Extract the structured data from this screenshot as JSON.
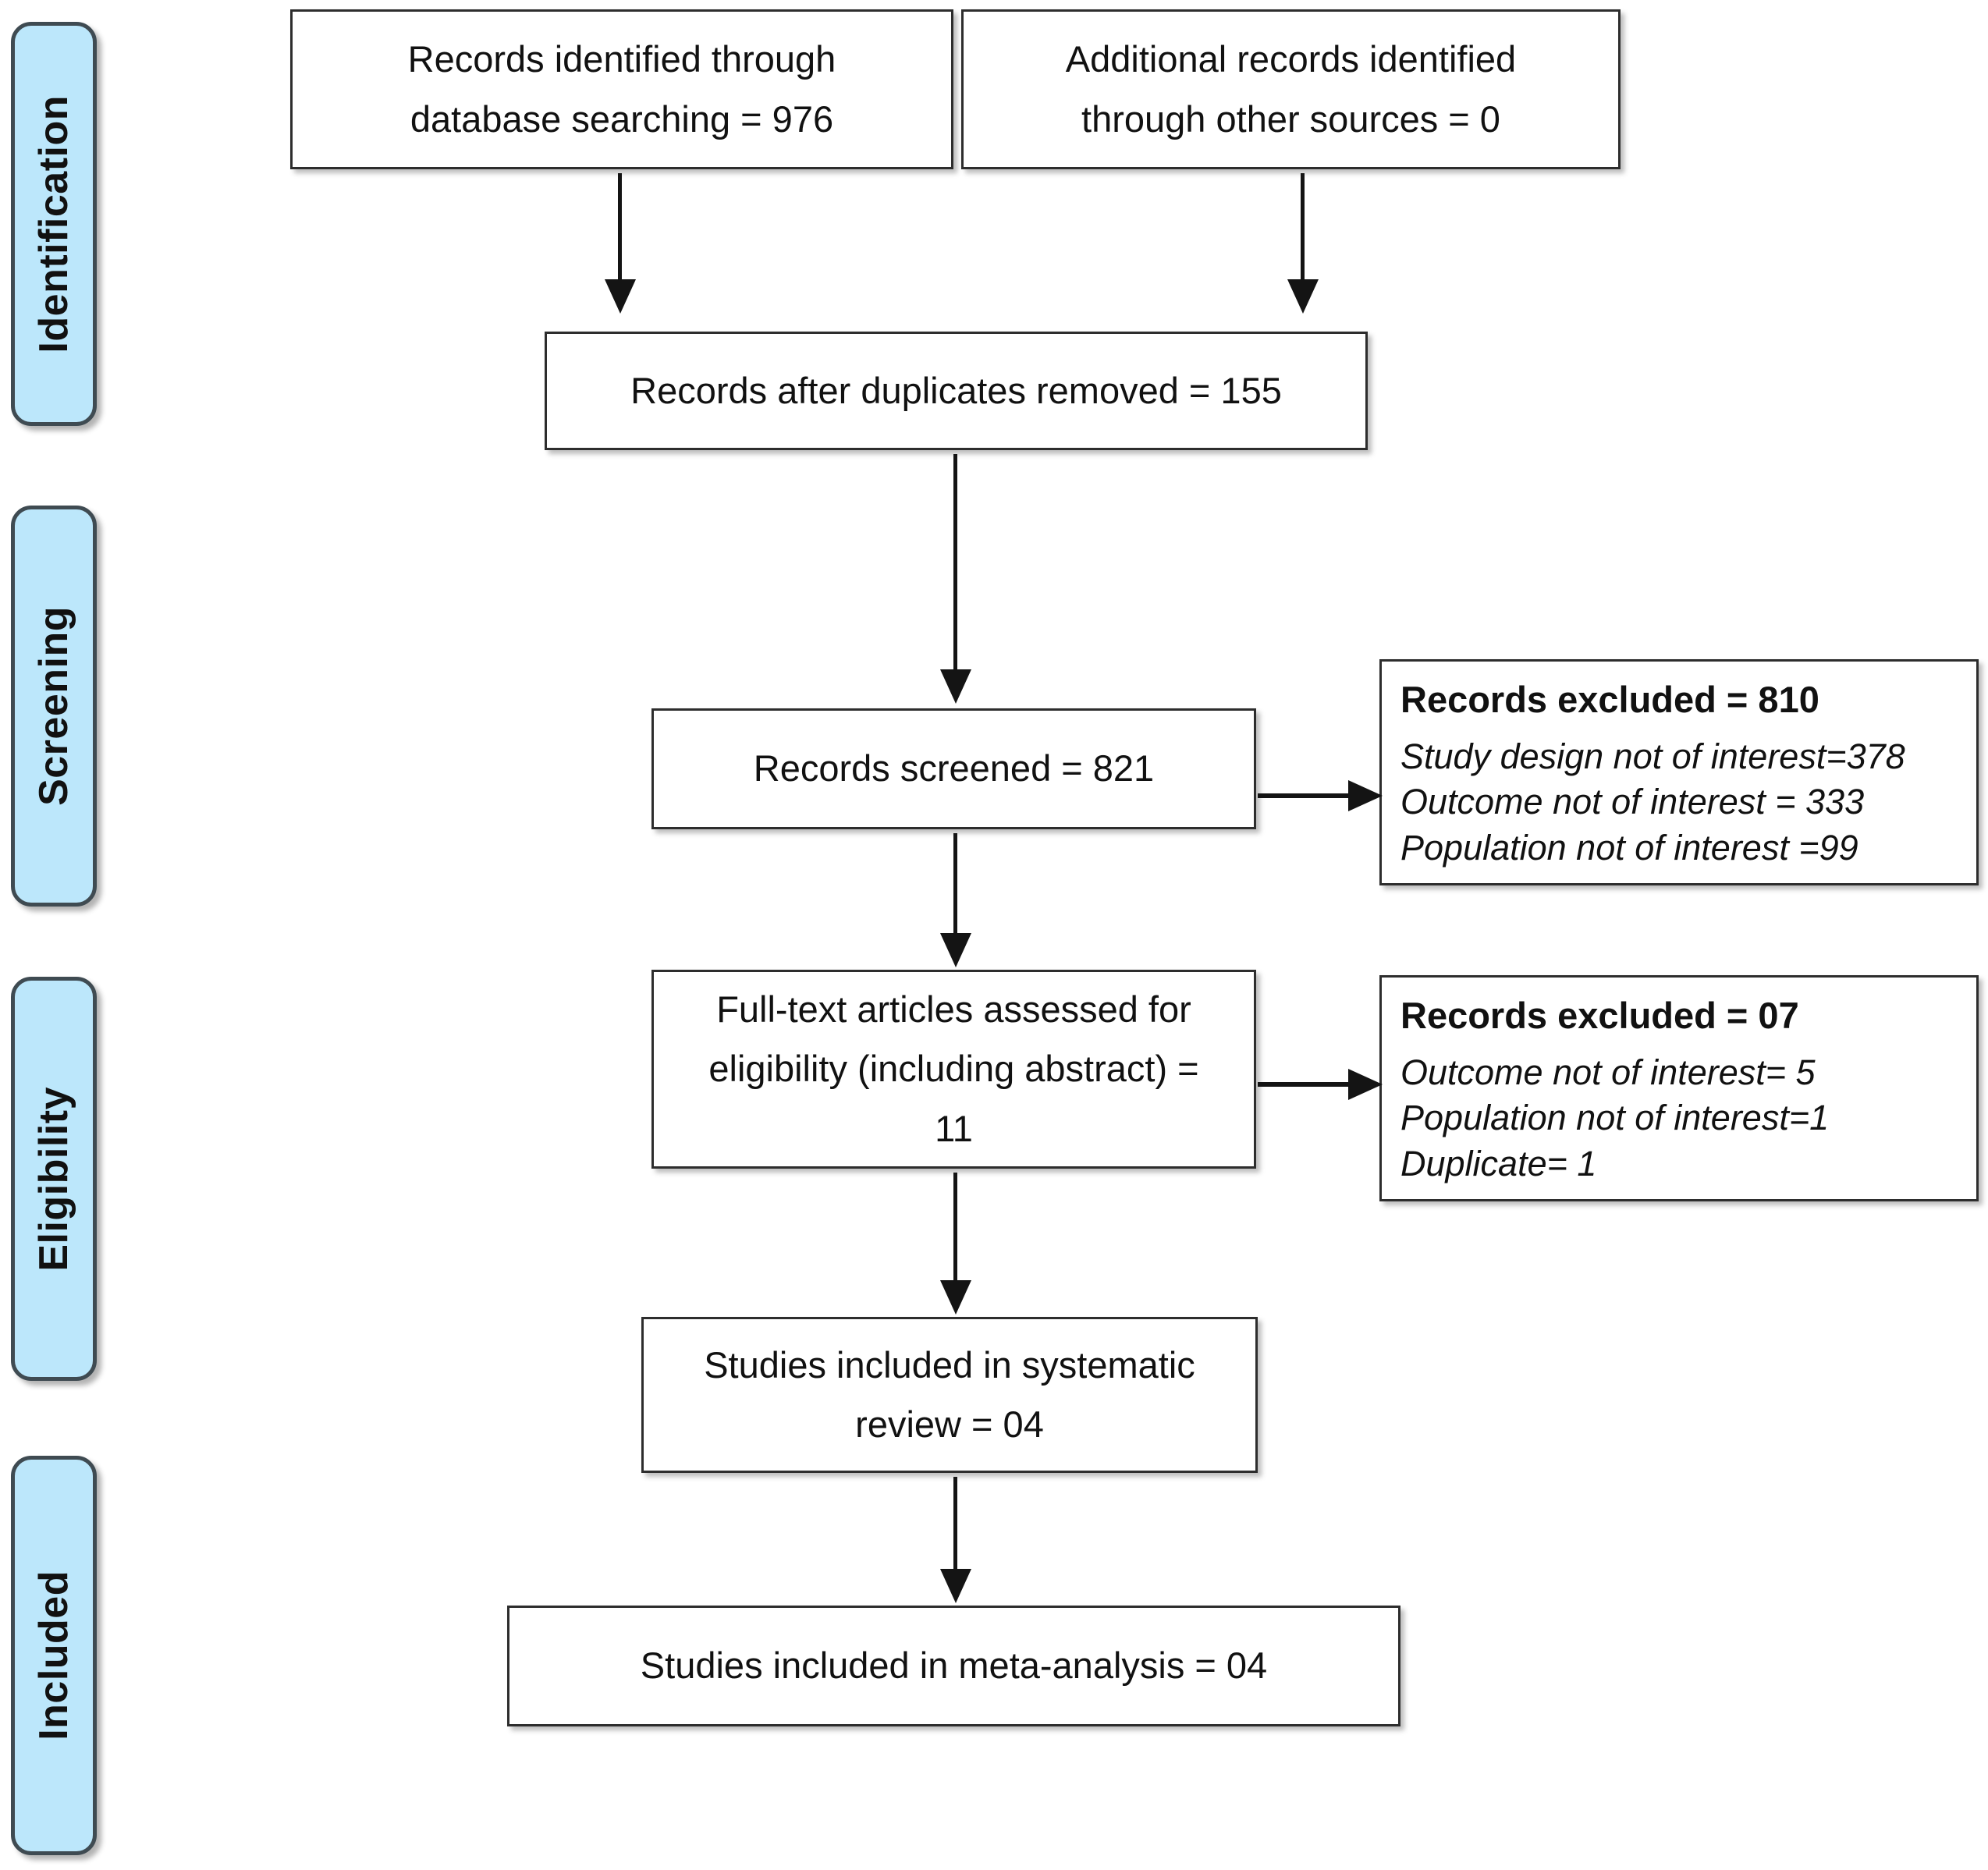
{
  "diagram": {
    "title": "PRISMA flow diagram",
    "accent_color": "#bce7fb",
    "border_color": "#2d2d2d",
    "stages": [
      {
        "id": "identification",
        "label": "Identification"
      },
      {
        "id": "screening",
        "label": "Screening"
      },
      {
        "id": "eligibility",
        "label": "Eligibility"
      },
      {
        "id": "included",
        "label": "Included"
      }
    ],
    "boxes": {
      "db_search": {
        "text": "Records identified through\ndatabase searching = 976",
        "count": 976
      },
      "other_sources": {
        "text": "Additional records identified\nthrough other sources = 0",
        "count": 0
      },
      "duplicates": {
        "text": "Records after duplicates removed = 155",
        "count": 155
      },
      "screened": {
        "text": "Records screened = 821",
        "count": 821
      },
      "fulltext": {
        "text": "Full-text articles assessed for\neligibility (including abstract) =\n11",
        "count": 11
      },
      "systematic": {
        "text": "Studies included in systematic\nreview = 04",
        "count": 4
      },
      "metaanalysis": {
        "text": "Studies included in meta-analysis = 04",
        "count": 4
      }
    },
    "excluded": {
      "screening_stage": {
        "title": "Records excluded = 810",
        "count": 810,
        "reasons": [
          "Study design not of interest=378",
          "Outcome not of interest = 333",
          "Population not of interest =99"
        ]
      },
      "eligibility_stage": {
        "title": "Records excluded = 07",
        "count": 7,
        "reasons": [
          "Outcome not of interest= 5",
          "Population not of interest=1",
          "Duplicate= 1"
        ]
      }
    }
  }
}
